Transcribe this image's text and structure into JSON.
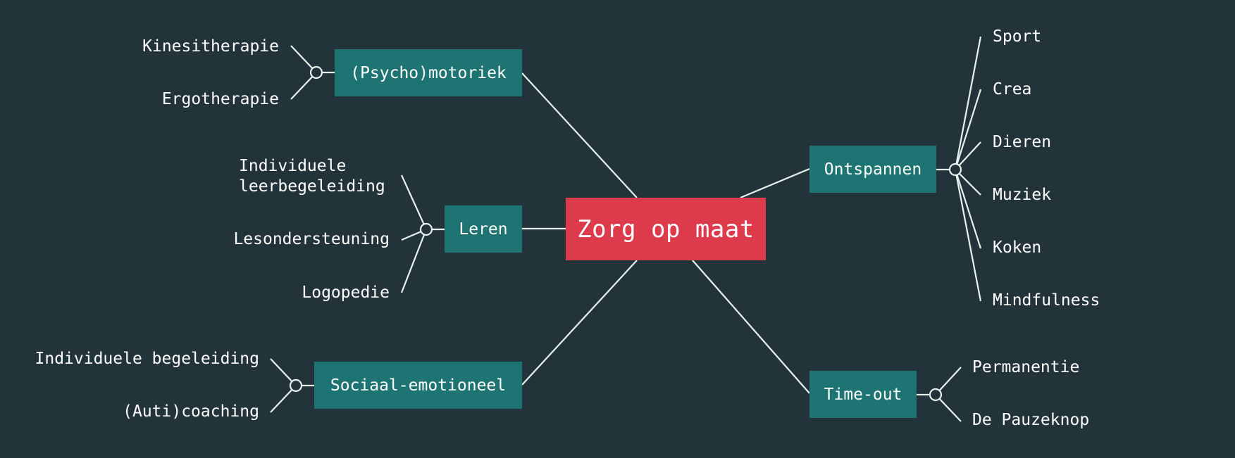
{
  "colors": {
    "background": "#22333a",
    "center_fill": "#dd3a4b",
    "branch_fill": "#1d7472",
    "line": "#e6f2ee",
    "text": "#ffffff"
  },
  "center": {
    "label": "Zorg op maat"
  },
  "branches": {
    "psychomotoriek": {
      "label": "(Psycho)motoriek",
      "leaves": [
        "Kinesitherapie",
        "Ergotherapie"
      ]
    },
    "leren": {
      "label": "Leren",
      "leaves": [
        "Individuele leerbegeleiding",
        "Lesondersteuning",
        "Logopedie"
      ]
    },
    "sociaal": {
      "label": "Sociaal-emotioneel",
      "leaves": [
        "Individuele begeleiding",
        "(Auti)coaching"
      ]
    },
    "ontspannen": {
      "label": "Ontspannen",
      "leaves": [
        "Sport",
        "Crea",
        "Dieren",
        "Muziek",
        "Koken",
        "Mindfulness"
      ]
    },
    "timeout": {
      "label": "Time-out",
      "leaves": [
        "Permanentie",
        "De Pauzeknop"
      ]
    }
  }
}
